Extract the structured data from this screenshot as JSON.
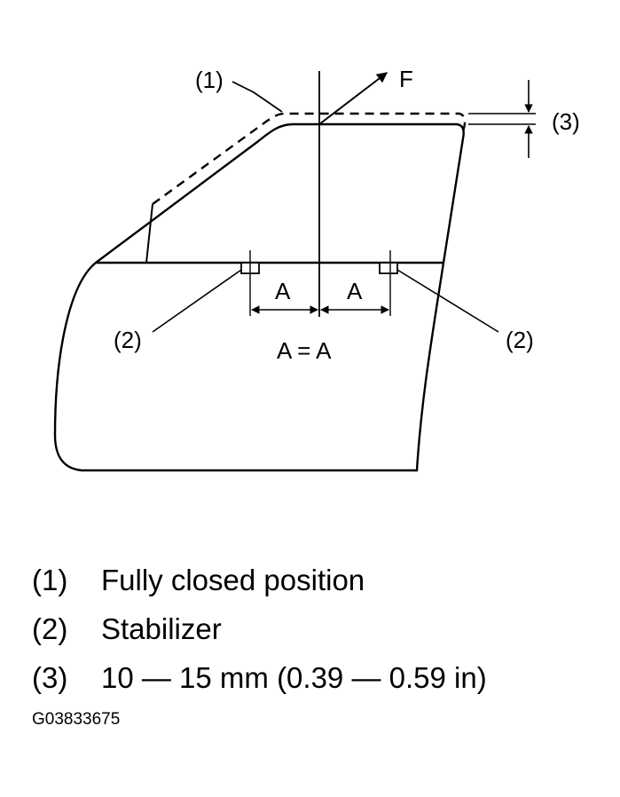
{
  "diagram": {
    "callouts": {
      "c1": "(1)",
      "c2_left": "(2)",
      "c2_right": "(2)",
      "c3": "(3)",
      "force": "F"
    },
    "dimensions": {
      "a_left": "A",
      "a_right": "A",
      "equation": "A = A"
    }
  },
  "legend": [
    {
      "num": "(1)",
      "text": "Fully closed position"
    },
    {
      "num": "(2)",
      "text": "Stabilizer"
    },
    {
      "num": "(3)",
      "text": "10 — 15 mm (0.39 — 0.59 in)"
    }
  ],
  "figure_id": "G03833675"
}
